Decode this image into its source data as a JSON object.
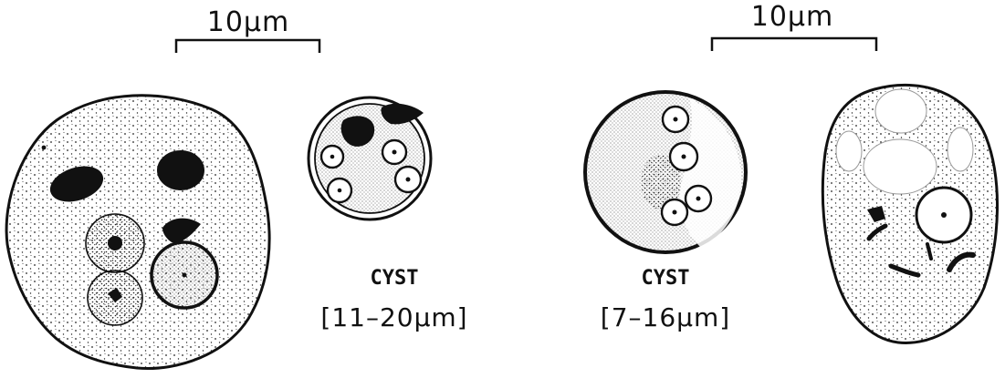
{
  "scale_bars": [
    {
      "id": "left",
      "label": "10µm"
    },
    {
      "id": "right",
      "label": "10µm"
    }
  ],
  "cysts": [
    {
      "id": "cyst-a",
      "title": "CYST",
      "size_range": "[11–20µm]"
    },
    {
      "id": "cyst-b",
      "title": "CYST",
      "size_range": "[7–16µm]"
    }
  ],
  "colors": {
    "ink": "#111111",
    "background": "#ffffff",
    "stipple": "#222222"
  }
}
